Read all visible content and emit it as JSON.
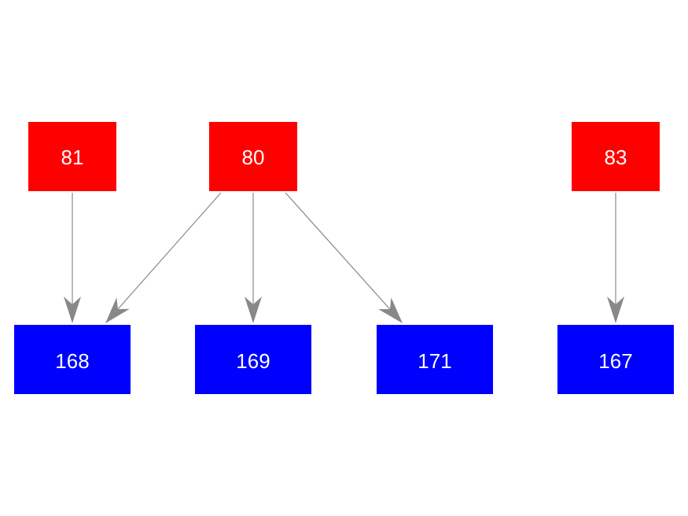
{
  "colors": {
    "source_node": "#ff0000",
    "target_node": "#0000ff",
    "edge": "#888888",
    "label": "#ffffff",
    "background": "#ffffff"
  },
  "nodes": {
    "n81": {
      "label": "81",
      "kind": "source"
    },
    "n80": {
      "label": "80",
      "kind": "source"
    },
    "n83": {
      "label": "83",
      "kind": "source"
    },
    "n168": {
      "label": "168",
      "kind": "target"
    },
    "n169": {
      "label": "169",
      "kind": "target"
    },
    "n171": {
      "label": "171",
      "kind": "target"
    },
    "n167": {
      "label": "167",
      "kind": "target"
    }
  },
  "edges": [
    {
      "from": "81",
      "to": "168"
    },
    {
      "from": "80",
      "to": "168"
    },
    {
      "from": "80",
      "to": "169"
    },
    {
      "from": "80",
      "to": "171"
    },
    {
      "from": "83",
      "to": "167"
    }
  ]
}
